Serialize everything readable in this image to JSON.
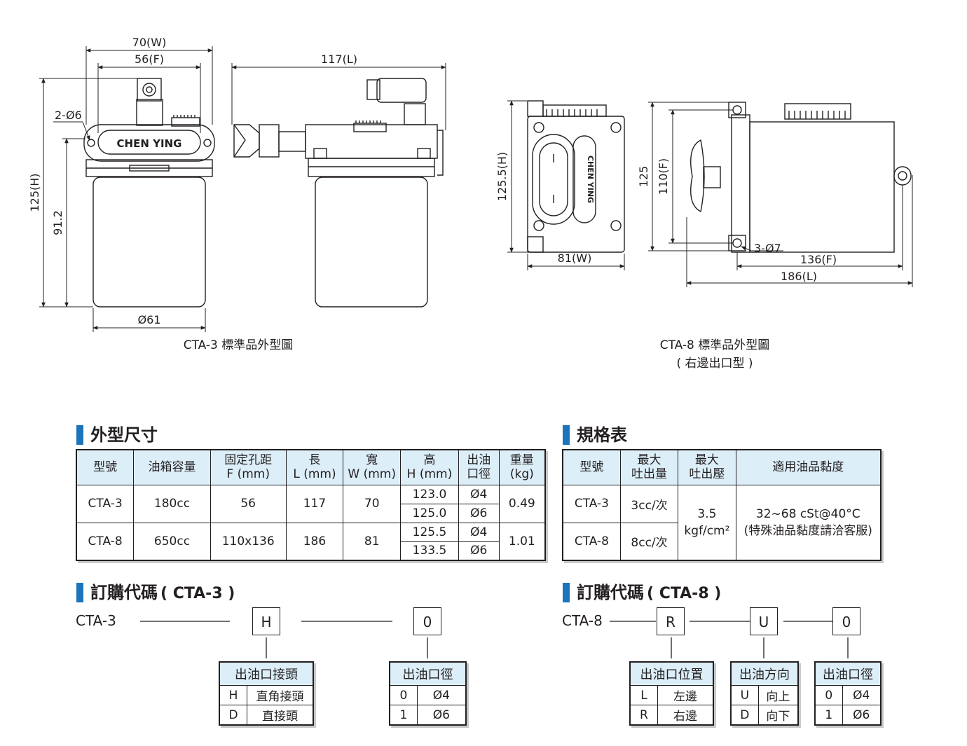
{
  "drawing_cta3": {
    "dims": {
      "w70": "70(W)",
      "f56": "56(F)",
      "l117": "117(L)",
      "hole": "2-Ø6",
      "h125": "125(H)",
      "h91": "91.2",
      "d61": "Ø61",
      "brand": "CHEN YING"
    },
    "caption": "CTA-3 標準品外型圖"
  },
  "drawing_cta8": {
    "dims": {
      "h1255": "125.5(H)",
      "w81": "81(W)",
      "h125": "125",
      "f110": "110(F)",
      "hole": "3-Ø7",
      "f136": "136(F)",
      "l186": "186(L)",
      "brand": "CHEN YING"
    },
    "caption_line1": "CTA-8 標準品外型圖",
    "caption_line2": "( 右邊出口型 )"
  },
  "dimensions": {
    "title": "外型尺寸",
    "headers": {
      "model": "型號",
      "capacity": "油箱容量",
      "f_top": "固定孔距",
      "f_bot": "F (mm)",
      "l_top": "長",
      "l_bot": "L (mm)",
      "w_top": "寬",
      "w_bot": "W (mm)",
      "h_top": "高",
      "h_bot": "H (mm)",
      "o_top": "出油",
      "o_bot": "口徑",
      "wt_top": "重量",
      "wt_bot": "(kg)"
    },
    "rows": [
      {
        "model": "CTA-3",
        "capacity": "180cc",
        "f": "56",
        "l": "117",
        "w": "70",
        "h1": "123.0",
        "o1": "Ø4",
        "h2": "125.0",
        "o2": "Ø6",
        "weight": "0.49"
      },
      {
        "model": "CTA-8",
        "capacity": "650cc",
        "f": "110x136",
        "l": "186",
        "w": "81",
        "h1": "125.5",
        "o1": "Ø4",
        "h2": "133.5",
        "o2": "Ø6",
        "weight": "1.01"
      }
    ]
  },
  "specs": {
    "title": "規格表",
    "headers": {
      "model": "型號",
      "flow_top": "最大",
      "flow_bot": "吐出量",
      "press_top": "最大",
      "press_bot": "吐出壓",
      "visc": "適用油品黏度"
    },
    "rows": [
      {
        "model": "CTA-3",
        "flow": "3cc/次"
      },
      {
        "model": "CTA-8",
        "flow": "8cc/次"
      }
    ],
    "pressure_top": "3.5",
    "pressure_bot": "kgf/cm²",
    "visc_top": "32~68 cSt@40°C",
    "visc_bot": "(特殊油品黏度請洽客服)"
  },
  "order_cta3": {
    "title": "訂購代碼",
    "title_model": "( CTA-3 )",
    "model": "CTA-3",
    "code1": "H",
    "code2": "0",
    "opt1": {
      "header": "出油口接頭",
      "rows": [
        {
          "code": "H",
          "desc": "直角接頭"
        },
        {
          "code": "D",
          "desc": "直接頭"
        }
      ]
    },
    "opt2": {
      "header": "出油口徑",
      "rows": [
        {
          "code": "0",
          "desc": "Ø4"
        },
        {
          "code": "1",
          "desc": "Ø6"
        }
      ]
    }
  },
  "order_cta8": {
    "title": "訂購代碼",
    "title_model": "( CTA-8 )",
    "model": "CTA-8",
    "code1": "R",
    "code2": "U",
    "code3": "0",
    "opt1": {
      "header": "出油口位置",
      "rows": [
        {
          "code": "L",
          "desc": "左邊"
        },
        {
          "code": "R",
          "desc": "右邊"
        }
      ]
    },
    "opt2": {
      "header": "出油方向",
      "rows": [
        {
          "code": "U",
          "desc": "向上"
        },
        {
          "code": "D",
          "desc": "向下"
        }
      ]
    },
    "opt3": {
      "header": "出油口徑",
      "rows": [
        {
          "code": "0",
          "desc": "Ø4"
        },
        {
          "code": "1",
          "desc": "Ø6"
        }
      ]
    }
  },
  "colors": {
    "accent": "#1c74bb",
    "header_bg": "#dceef8",
    "line": "#231f20"
  }
}
